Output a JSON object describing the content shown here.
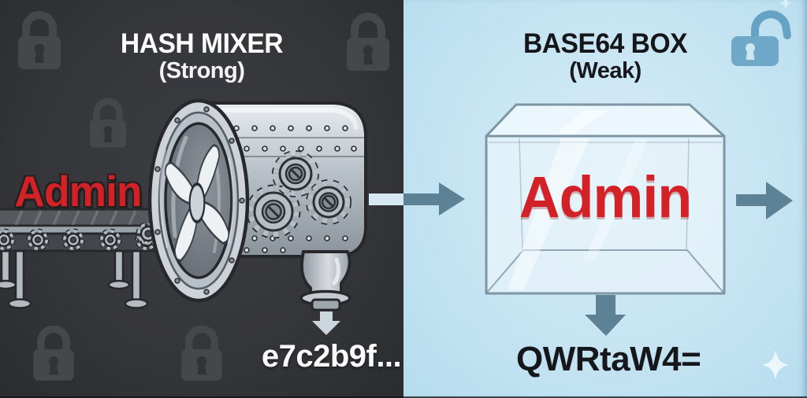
{
  "panels": {
    "hash": {
      "title": "HASH MIXER",
      "subtitle": "(Strong)",
      "input_label": "Admin",
      "output_label": "e7c2b9f..."
    },
    "base64": {
      "title": "BASE64 BOX",
      "subtitle": "(Weak)",
      "content_label": "Admin",
      "output_label": "QWRtaW4="
    }
  },
  "icons": {
    "left_watermarks": "closed-padlock",
    "right_badge": "open-padlock",
    "flow": "right-arrow",
    "drop": "down-arrow",
    "decor": "sparkle"
  },
  "colors": {
    "left_bg": "#35363a",
    "right_bg": "#c6e4f2",
    "accent_red": "#d32128",
    "arrow_slate": "#5d8195",
    "arrow_light": "#d6e9f3",
    "lock_watermark": "#46474b",
    "open_lock_blue": "#6fa8c8",
    "machine_gray": "#b9c1c8",
    "title_light": "#fdfdfd",
    "title_dark": "#15161a"
  }
}
